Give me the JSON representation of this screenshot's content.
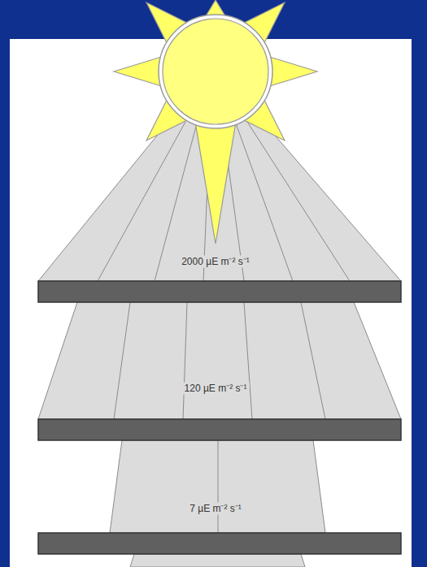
{
  "diagram": {
    "labels": [
      "2000 µE m⁻² s⁻¹",
      "120 µE m⁻² s⁻¹",
      "7 µE m⁻² s⁻¹"
    ]
  }
}
